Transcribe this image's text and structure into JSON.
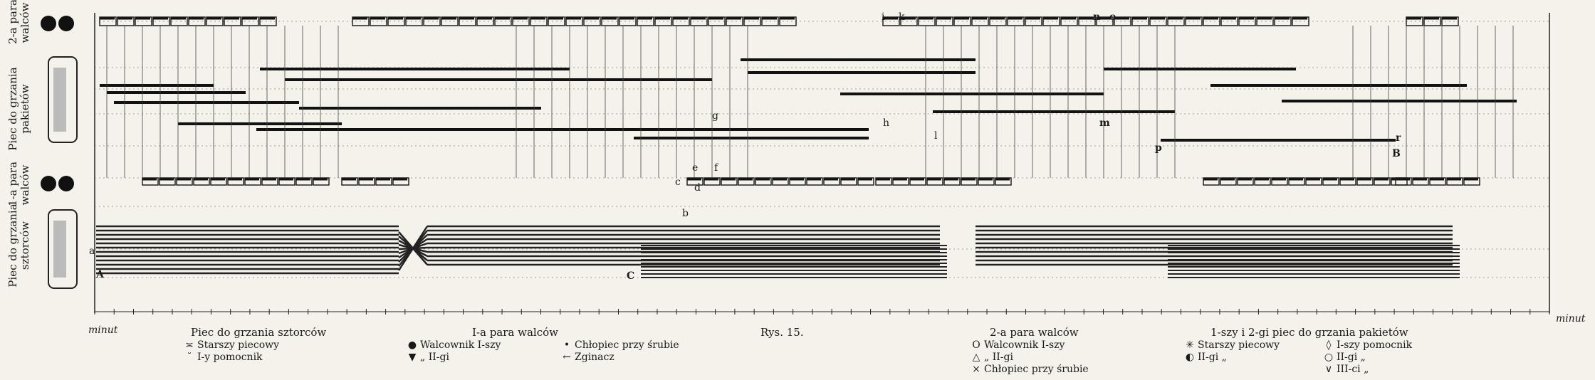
{
  "rows": [
    {
      "label": "2-a para\nwalców"
    },
    {
      "label": "Piec do grzania\npakietów"
    },
    {
      "label": "1-a para\nwalców"
    },
    {
      "label": "Piec do grzania\nsztorców"
    }
  ],
  "axis": {
    "unit_left": "minut",
    "unit_right": "minut",
    "tick_count": 75
  },
  "letters": [
    "A",
    "a",
    "C",
    "c",
    "d",
    "e",
    "f",
    "g",
    "h",
    "i",
    "k",
    "l",
    "m",
    "n",
    "o",
    "p",
    "r",
    "B",
    "b"
  ],
  "figure_caption": "Rys. 15.",
  "legend": {
    "sztorce": {
      "title": "Piec do grzania sztorców",
      "items": [
        {
          "symbol": "≍",
          "label": "Starszy piecowy"
        },
        {
          "symbol": "˘",
          "label": "I-y pomocnik"
        }
      ]
    },
    "para1": {
      "title": "I-a para walców",
      "items": [
        {
          "symbol": "●",
          "label": "Walcownik I-szy"
        },
        {
          "symbol": "▼",
          "label": "„      II-gi"
        },
        {
          "symbol": "•",
          "label": "Chłopiec przy śrubie"
        },
        {
          "symbol": "←",
          "label": "Zginacz"
        }
      ]
    },
    "para2": {
      "title": "2-a para walców",
      "items": [
        {
          "symbol": "O",
          "label": "Walcownik I-szy"
        },
        {
          "symbol": "△",
          "label": "„      II-gi"
        },
        {
          "symbol": "×",
          "label": "Chłopiec przy śrubie"
        }
      ]
    },
    "pakiety": {
      "title": "1-szy i 2-gi piec do grzania pakietów",
      "items": [
        {
          "symbol": "✳",
          "label": "Starszy piecowy"
        },
        {
          "symbol": "◐",
          "label": "II-gi      „"
        },
        {
          "symbol": "◊",
          "label": "I-szy pomocnik"
        },
        {
          "symbol": "○",
          "label": "II-gi      „"
        },
        {
          "symbol": "∨",
          "label": "III-ci      „"
        }
      ]
    }
  }
}
